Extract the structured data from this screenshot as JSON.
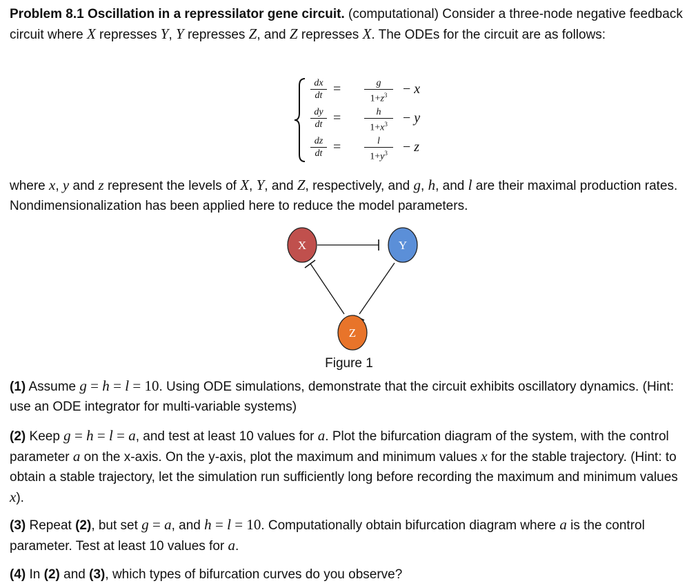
{
  "problem": {
    "title": "Problem 8.1 Oscillation in a repressilator gene circuit.",
    "kind": "(computational)",
    "intro_a": "Consider a three-node negative feedback circuit where",
    "intro_b": "represses",
    "intro_c": "and",
    "intro_d": "The ODEs for the circuit are as follows:"
  },
  "equations": [
    {
      "lhs_num": "dx",
      "lhs_den": "dt",
      "rhs_num": "g",
      "rhs_den_base": "1+",
      "rhs_den_var": "z",
      "rhs_den_exp": "3",
      "minus_var": "x"
    },
    {
      "lhs_num": "dy",
      "lhs_den": "dt",
      "rhs_num": "h",
      "rhs_den_base": "1+",
      "rhs_den_var": "x",
      "rhs_den_exp": "3",
      "minus_var": "y"
    },
    {
      "lhs_num": "dz",
      "lhs_den": "dt",
      "rhs_num": "l",
      "rhs_den_base": "1+",
      "rhs_den_var": "y",
      "rhs_den_exp": "3",
      "minus_var": "z"
    }
  ],
  "explanation": {
    "t1": "where",
    "t2": "and",
    "t3": "represent the levels of",
    "t4": ", and",
    "t5": ", respectively, and",
    "t6": ", and",
    "t7": "are their maximal production rates. Nondimensionalization has been applied here to reduce the model parameters."
  },
  "figure": {
    "nodes": [
      {
        "label": "X",
        "color": "#c0504d"
      },
      {
        "label": "Y",
        "color": "#5b8fd8"
      },
      {
        "label": "Z",
        "color": "#e8742a"
      }
    ],
    "caption": "Figure 1"
  },
  "questions": {
    "q1": {
      "num": "(1)",
      "t1": "Assume",
      "t2": ". Using ODE simulations, demonstrate that the circuit exhibits oscillatory dynamics. (Hint: use an ODE integrator for multi-variable systems)"
    },
    "q2": {
      "num": "(2)",
      "t1": "Keep",
      "t2": ", and test at least 10 values for",
      "t3": ". Plot the bifurcation diagram of the system, with the control parameter",
      "t4": "on the x-axis. On the y-axis, plot the maximum and minimum values",
      "t5": "for the stable trajectory. (Hint: to obtain a stable trajectory, let the simulation run sufficiently long before recording the maximum and minimum values",
      "t6": ")."
    },
    "q3": {
      "num": "(3)",
      "t1": "Repeat",
      "ref": "(2)",
      "t2": ", but set",
      "t3": ", and",
      "t4": ". Computationally obtain bifurcation diagram where",
      "t5": "is the control parameter. Test at least 10 values for",
      "t6": "."
    },
    "q4": {
      "num": "(4)",
      "t1": "In",
      "ref1": "(2)",
      "t2": "and",
      "ref2": "(3)",
      "t3": ", which types of bifurcation curves do you observe?"
    }
  }
}
